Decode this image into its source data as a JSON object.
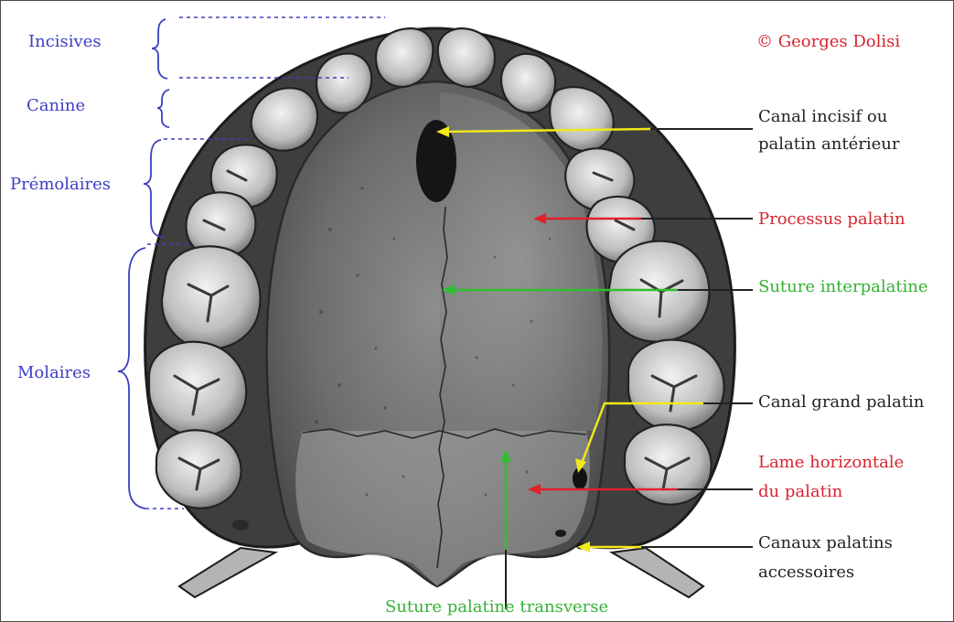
{
  "copyright": "© Georges Dolisi",
  "tooth_groups": {
    "incisors": "Incisives",
    "canine": "Canine",
    "premolars": "Prémolaires",
    "molars": "Molaires"
  },
  "annotations": {
    "incisive_canal_line1": "Canal incisif ou",
    "incisive_canal_line2": "palatin antérieur",
    "palatine_process": "Processus palatin",
    "interpalatine_suture": "Suture interpalatine",
    "greater_palatine_canal": "Canal grand palatin",
    "horizontal_plate_line1": "Lame horizontale",
    "horizontal_plate_line2": "du palatin",
    "accessory_canals_line1": "Canaux palatins",
    "accessory_canals_line2": "accessoires",
    "transverse_suture": "Suture palatine transverse"
  },
  "colors": {
    "tooth_group_labels": "#3b3fbf",
    "red_labels": "#d6242e",
    "green_labels": "#33b233",
    "black_labels": "#222222",
    "arrow_yellow": "#f2e81a",
    "arrow_red": "#e0222a",
    "arrow_green": "#2fbf2f"
  }
}
